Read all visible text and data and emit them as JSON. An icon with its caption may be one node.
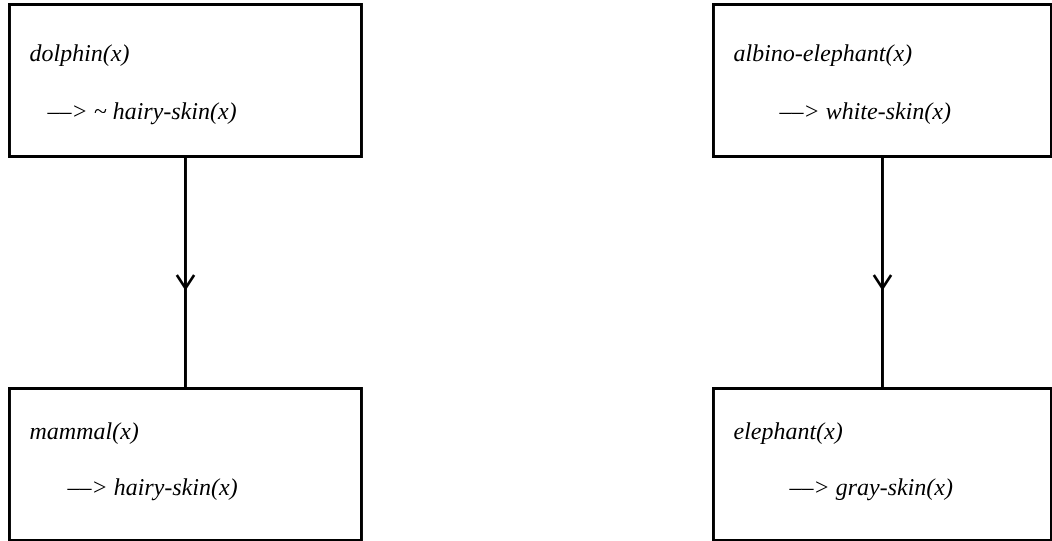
{
  "diagram": {
    "nodes": [
      {
        "text": [
          "dolphin(x)",
          "––> ~ hairy-skin(x)"
        ]
      },
      {
        "text": [
          "mammal(x)",
          "––>  hairy-skin(x)"
        ]
      },
      {
        "text": [
          "albino-elephant(x)",
          "––> white-skin(x)"
        ]
      },
      {
        "text": [
          "elephant(x)",
          "––>  gray-skin(x)"
        ]
      }
    ],
    "edges": [
      {
        "from": 0,
        "to": 1,
        "arrow": "to"
      },
      {
        "from": 2,
        "to": 3,
        "arrow": "to"
      }
    ]
  }
}
